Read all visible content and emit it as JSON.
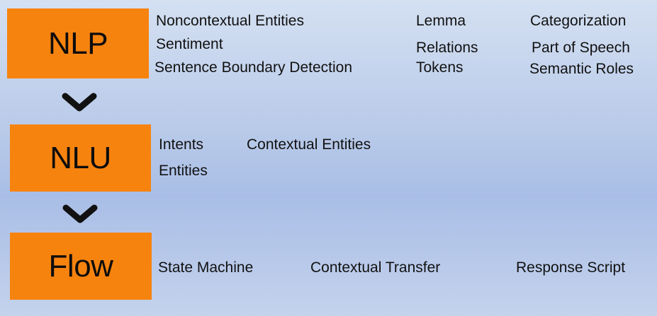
{
  "stages": [
    {
      "label": "NLP",
      "items": [
        "Noncontextual Entities",
        "Sentiment",
        "Sentence Boundary Detection",
        "Lemma",
        "Relations",
        "Tokens",
        "Categorization",
        "Part of Speech",
        "Semantic Roles"
      ]
    },
    {
      "label": "NLU",
      "items": [
        "Intents",
        "Entities",
        "Contextual Entities"
      ]
    },
    {
      "label": "Flow",
      "items": [
        "State Machine",
        "Contextual Transfer",
        "Response Script"
      ]
    }
  ],
  "colors": {
    "box": "#f7830f",
    "arrow": "#111111"
  },
  "icons": {
    "arrow": "chevron-down-icon"
  }
}
